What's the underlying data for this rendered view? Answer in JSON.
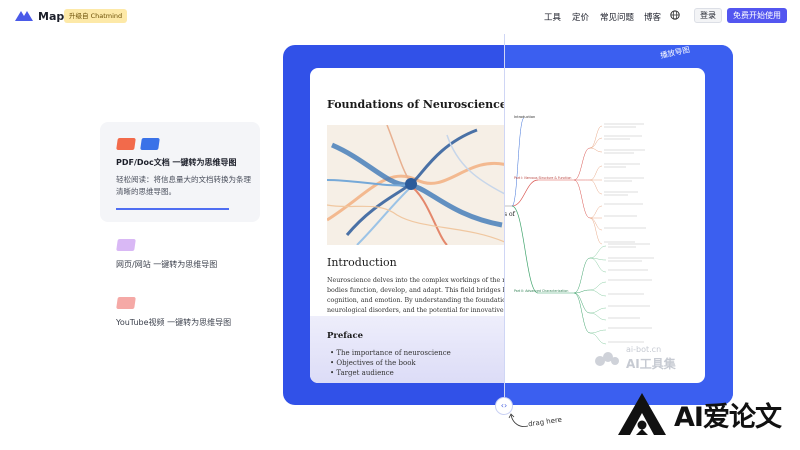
{
  "nav": {
    "logo_text": "Mapify",
    "upgrade_badge": "升级自 Chatmind",
    "links": [
      "工具",
      "定价",
      "常见问题",
      "博客"
    ],
    "login": "登录",
    "signup": "免费开始使用",
    "brand_color": "#5356f0"
  },
  "features": [
    {
      "title": "PDF/Doc文档 一键转为思维导图",
      "desc": "轻松阅读：将信息量大的文档转换为条理清晰的思维导图。",
      "active": true
    },
    {
      "title": "网页/网站 一键转为思维导图",
      "active": false
    },
    {
      "title": "YouTube视频 一键转为思维导图",
      "active": false
    }
  ],
  "preview": {
    "doc": {
      "title": "Foundations of Neuroscience",
      "section_title": "Introduction",
      "paragraph_lines": [
        "Neuroscience delves into the complex workings of the ner",
        "bodies function, develop, and adapt. This field bridges bio",
        "cognition, and emotion. By understanding the foundations",
        "neurological disorders, and the potential for innovative tre"
      ],
      "subsection": "Preface",
      "bullets": [
        "The importance of neuroscience",
        "Objectives of the book",
        "Target audience"
      ]
    },
    "mindmap": {
      "edge_text": "s of",
      "root": "Introduction",
      "branch_1": "Part I: Nervous Structure & Function",
      "branch_2": "Part II: Advanced Characterization"
    },
    "mindmap_tag": "播放导图",
    "drag_text": "drag here"
  },
  "watermark": {
    "small": "ai-bot.cn",
    "big": "AI工具集"
  },
  "brand": {
    "text": "AI爱论文"
  }
}
